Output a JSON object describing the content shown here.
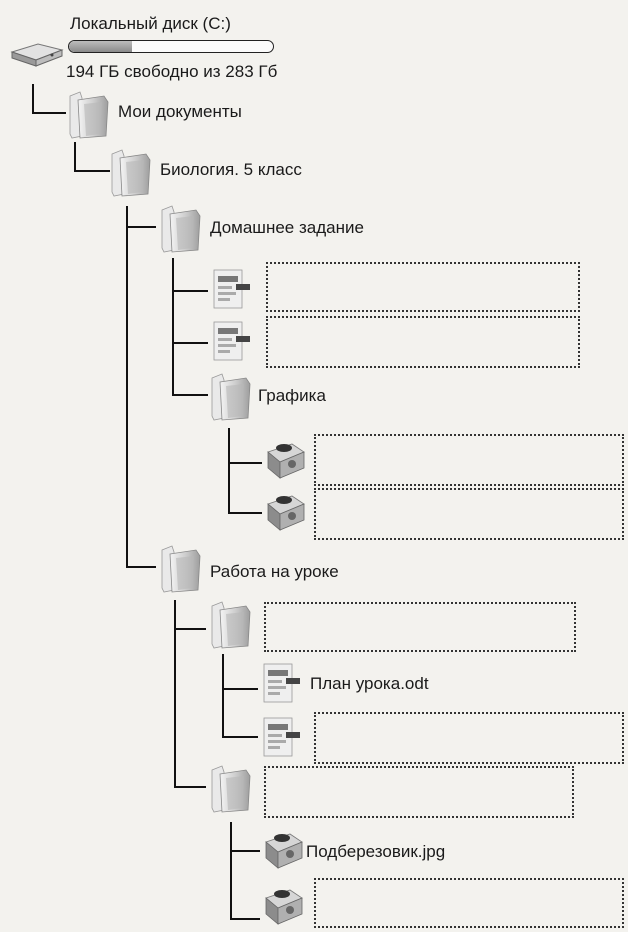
{
  "drive": {
    "title": "Локальный диск (C:)",
    "free_text": "194 ГБ свободно из 283 Гб",
    "used_fraction": 0.31,
    "icon": "hard-drive-icon"
  },
  "folders": {
    "my_documents": "Мои документы",
    "biology": "Биология. 5 класс",
    "homework": "Домашнее задание",
    "graphics": "Графика",
    "lesson_work": "Работа на уроке"
  },
  "files": {
    "lesson_plan": "План урока.odt",
    "mushroom": "Подберезовик.jpg"
  },
  "blanks": {
    "homework_doc_1": "",
    "homework_doc_2": "",
    "graphics_img_1": "",
    "graphics_img_2": "",
    "lesson_folder_1": "",
    "lesson_doc_2": "",
    "lesson_folder_2": "",
    "lesson_img_2": ""
  },
  "icons": {
    "folder": "folder-icon",
    "document": "document-icon",
    "image": "image-file-icon"
  }
}
